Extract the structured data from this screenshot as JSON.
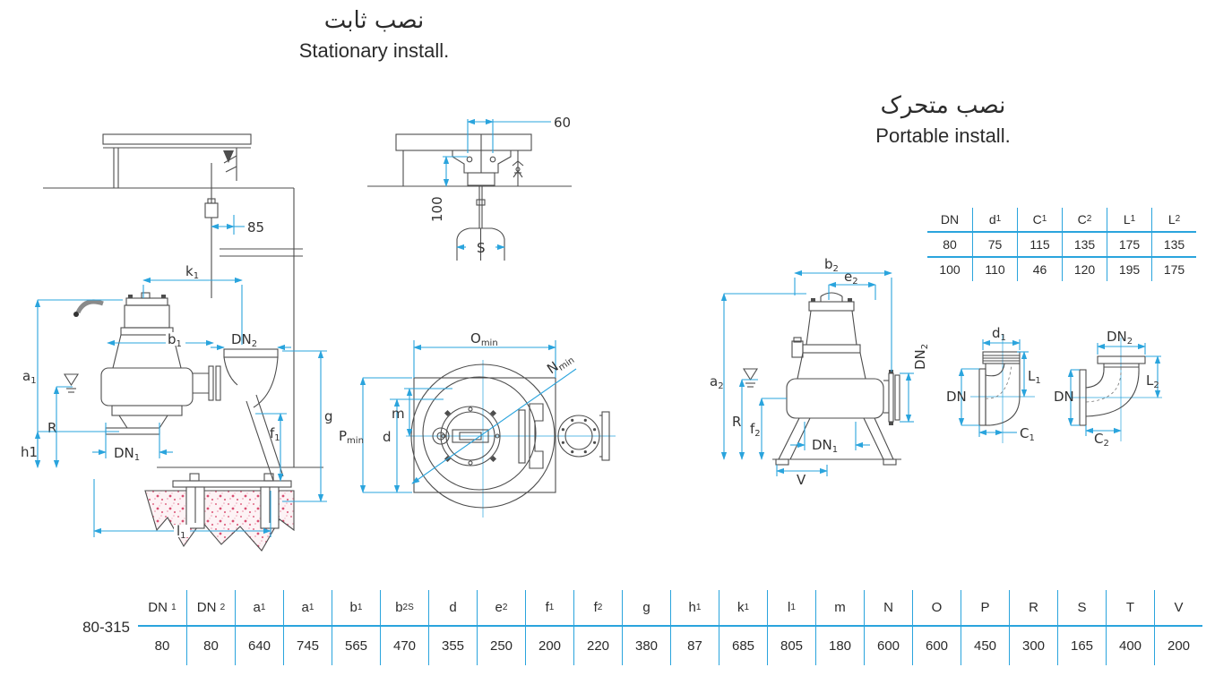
{
  "colors": {
    "dim_line": "#2aa4dd",
    "table_line": "#2aa4dd",
    "draw_line": "#4d4d4d",
    "concrete_dot": "#d94f72"
  },
  "titles": {
    "stationary_fa": "نصب ثابت",
    "stationary_en": "Stationary install.",
    "portable_fa": "نصب متحرک",
    "portable_en": "Portable install."
  },
  "fittings_table": {
    "headers": [
      {
        "m": "DN",
        "s": ""
      },
      {
        "m": "d",
        "s": "1"
      },
      {
        "m": "C",
        "s": "1"
      },
      {
        "m": "C",
        "s": "2"
      },
      {
        "m": "L",
        "s": "1"
      },
      {
        "m": "L",
        "s": "2"
      }
    ],
    "rows": [
      [
        "80",
        "75",
        "115",
        "135",
        "175",
        "135"
      ],
      [
        "100",
        "110",
        "46",
        "120",
        "195",
        "175"
      ]
    ]
  },
  "dimensions_table": {
    "model": "80-315",
    "headers": [
      {
        "m": "DN",
        "s": "1"
      },
      {
        "m": "DN",
        "s": "2"
      },
      {
        "m": "a",
        "s": "1"
      },
      {
        "m": "a",
        "s": "1"
      },
      {
        "m": "b",
        "s": "1"
      },
      {
        "m": "b",
        "s": "2S"
      },
      {
        "m": "d",
        "s": ""
      },
      {
        "m": "e",
        "s": "2"
      },
      {
        "m": "f",
        "s": "1"
      },
      {
        "m": "f",
        "s": "2"
      },
      {
        "m": "g",
        "s": ""
      },
      {
        "m": "h",
        "s": "1"
      },
      {
        "m": "k",
        "s": "1"
      },
      {
        "m": "l",
        "s": "1"
      },
      {
        "m": "m",
        "s": ""
      },
      {
        "m": "N",
        "s": ""
      },
      {
        "m": "O",
        "s": ""
      },
      {
        "m": "P",
        "s": ""
      },
      {
        "m": "R",
        "s": ""
      },
      {
        "m": "S",
        "s": ""
      },
      {
        "m": "T",
        "s": ""
      },
      {
        "m": "V",
        "s": ""
      }
    ],
    "values": [
      "80",
      "80",
      "640",
      "745",
      "565",
      "470",
      "355",
      "250",
      "200",
      "220",
      "380",
      "87",
      "685",
      "805",
      "180",
      "600",
      "600",
      "450",
      "300",
      "165",
      "400",
      "200"
    ]
  },
  "stationary": {
    "d85": "85",
    "k1": {
      "m": "k",
      "s": "1"
    },
    "b1": {
      "m": "b",
      "s": "1"
    },
    "dn2": {
      "m": "DN",
      "s": "2"
    },
    "a1": {
      "m": "a",
      "s": "1"
    },
    "r": "R",
    "h1": "h1",
    "dn1": {
      "m": "DN",
      "s": "1"
    },
    "f1": {
      "m": "f",
      "s": "1"
    },
    "g": "g",
    "l1": {
      "m": "l",
      "s": "1"
    }
  },
  "hanger": {
    "d60": "60",
    "d100": "100",
    "s": "S"
  },
  "plan": {
    "o": {
      "m": "O",
      "s": "min"
    },
    "n": {
      "m": "N",
      "s": "min"
    },
    "p": {
      "m": "P",
      "s": "min"
    },
    "d": "d",
    "m": "m"
  },
  "portable": {
    "b2": {
      "m": "b",
      "s": "2"
    },
    "e2": {
      "m": "e",
      "s": "2"
    },
    "dn2": {
      "m": "DN",
      "s": "2"
    },
    "a2": {
      "m": "a",
      "s": "2"
    },
    "r": "R",
    "f2": {
      "m": "f",
      "s": "2"
    },
    "dn1": {
      "m": "DN",
      "s": "1"
    },
    "v": "V"
  },
  "elbow1": {
    "d1": {
      "m": "d",
      "s": "1"
    },
    "l1": {
      "m": "L",
      "s": "1"
    },
    "dn": "DN",
    "c1": {
      "m": "C",
      "s": "1"
    }
  },
  "elbow2": {
    "dn2": {
      "m": "DN",
      "s": "2"
    },
    "l2": {
      "m": "L",
      "s": "2"
    },
    "dn": "DN",
    "c2": {
      "m": "C",
      "s": "2"
    }
  }
}
